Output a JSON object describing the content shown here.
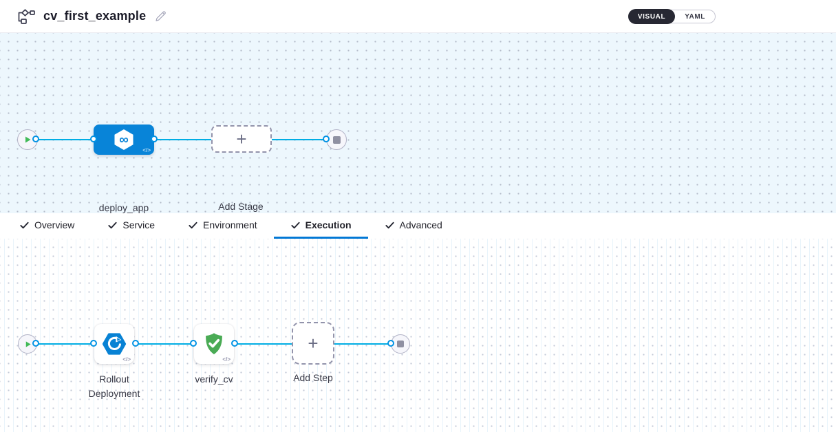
{
  "header": {
    "title": "cv_first_example",
    "view_toggle": {
      "visual": "VISUAL",
      "yaml": "YAML",
      "selected": "VISUAL"
    }
  },
  "icons": {
    "plus": "+",
    "infinity": "∞",
    "code": "</>"
  },
  "stage_pipeline": {
    "stage_label": "deploy_app",
    "add_stage_label": "Add Stage"
  },
  "tabs": [
    {
      "label": "Overview",
      "checked": true,
      "active": false
    },
    {
      "label": "Service",
      "checked": true,
      "active": false
    },
    {
      "label": "Environment",
      "checked": true,
      "active": false
    },
    {
      "label": "Execution",
      "checked": true,
      "active": true
    },
    {
      "label": "Advanced",
      "checked": true,
      "active": false
    }
  ],
  "execution_pipeline": {
    "step1_label": "Rollout Deployment",
    "step2_label": "verify_cv",
    "add_step_label": "Add Step"
  },
  "colors": {
    "accent_blue": "#0278d5",
    "node_blue": "#0884d8",
    "edge_blue": "#00ade4",
    "connector_blue": "#0092e4",
    "success_green": "#4aab55",
    "play_green": "#42ba57",
    "toggle_dark": "#272833",
    "canvas_blue_bg": "#edf7fd",
    "dashed_border": "#9293ab"
  }
}
